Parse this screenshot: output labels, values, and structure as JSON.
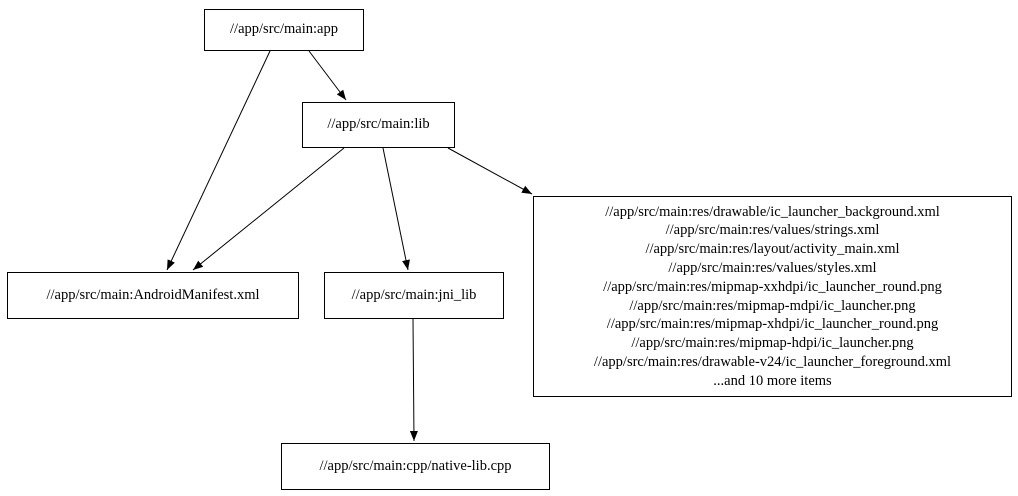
{
  "diagram": {
    "type": "build-dependency-graph",
    "background_color": "#ffffff",
    "node_border_color": "#000000",
    "node_fill_color": "#ffffff",
    "edge_color": "#000000",
    "nodes": {
      "app": {
        "label": "//app/src/main:app"
      },
      "lib": {
        "label": "//app/src/main:lib"
      },
      "manifest": {
        "label": "//app/src/main:AndroidManifest.xml"
      },
      "jni_lib": {
        "label": "//app/src/main:jni_lib"
      },
      "native_lib_cpp": {
        "label": "//app/src/main:cpp/native-lib.cpp"
      },
      "res_group": {
        "lines": [
          "//app/src/main:res/drawable/ic_launcher_background.xml",
          "//app/src/main:res/values/strings.xml",
          "//app/src/main:res/layout/activity_main.xml",
          "//app/src/main:res/values/styles.xml",
          "//app/src/main:res/mipmap-xxhdpi/ic_launcher_round.png",
          "//app/src/main:res/mipmap-mdpi/ic_launcher.png",
          "//app/src/main:res/mipmap-xhdpi/ic_launcher_round.png",
          "//app/src/main:res/mipmap-hdpi/ic_launcher.png",
          "//app/src/main:res/drawable-v24/ic_launcher_foreground.xml",
          "...and 10 more items"
        ]
      }
    },
    "edges": [
      {
        "from": "app",
        "to": "lib"
      },
      {
        "from": "app",
        "to": "manifest"
      },
      {
        "from": "lib",
        "to": "manifest"
      },
      {
        "from": "lib",
        "to": "jni_lib"
      },
      {
        "from": "lib",
        "to": "res_group"
      },
      {
        "from": "jni_lib",
        "to": "native_lib_cpp"
      }
    ]
  }
}
